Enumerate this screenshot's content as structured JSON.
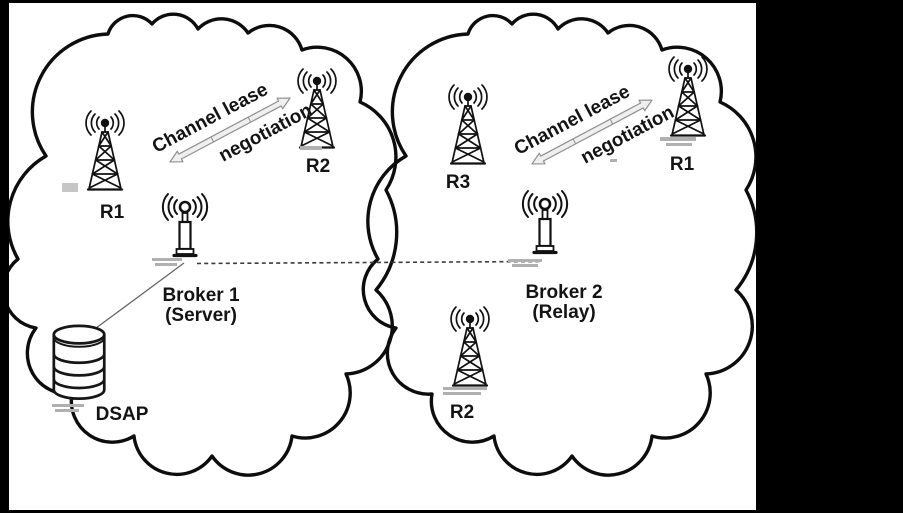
{
  "canvas": {
    "colors": {
      "background": "#ffffff",
      "frame": "#000000",
      "outline": "#111111",
      "arrow_outline": "#8f8f8f",
      "arrow_fill": "#efefef",
      "watermark": "#b0b0b0"
    }
  },
  "clouds": [
    {
      "id": "cloud-1",
      "towers": [
        {
          "label": "R1"
        },
        {
          "label": "R2"
        }
      ],
      "broker": {
        "name": "Broker 1",
        "role": "(Server)"
      },
      "negotiation": {
        "line1": "Channel lease",
        "line2": "negotiation"
      },
      "database": {
        "label": "DSAP"
      }
    },
    {
      "id": "cloud-2",
      "towers": [
        {
          "label": "R3"
        },
        {
          "label": "R1"
        },
        {
          "label": "R2"
        }
      ],
      "broker": {
        "name": "Broker 2",
        "role": "(Relay)"
      },
      "negotiation": {
        "line1": "Channel lease",
        "line2": "negotiation"
      }
    }
  ]
}
